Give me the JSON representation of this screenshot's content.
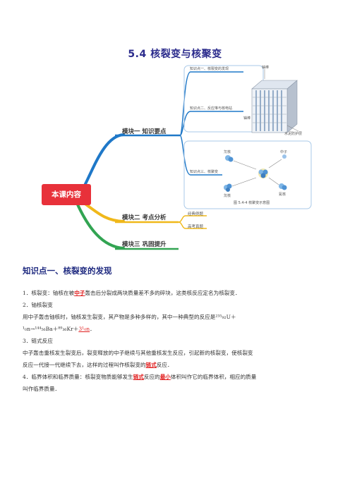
{
  "title": "5.4  核裂变与核聚变",
  "mindmap": {
    "root": "本课内容",
    "modules": [
      {
        "label": "模块一  知识要点"
      },
      {
        "label": "模块二  考点分析"
      },
      {
        "label": "模块三  巩固提升"
      }
    ],
    "knowledge_points": [
      "知识点一、核裂变的发现",
      "知识点二、反应堆与核电站",
      "知识点三、核聚变"
    ],
    "module2_items": [
      "经典例题",
      "高考真题"
    ],
    "reactor_labels": {
      "rod1": "铀棒",
      "rod2": "铀棒",
      "shield": "水泥防护层"
    },
    "fusion_labels": {
      "top_left": "氘核",
      "bottom_left": "氚核",
      "top_right": "中子",
      "bottom_right": "氦核"
    },
    "figure_caption": "图 5.4-4   核聚变示意图"
  },
  "section": {
    "heading": "知识点一、核裂变的发现",
    "p1_before": "1．核裂变：铀核在被",
    "p1_hl": "中子",
    "p1_after": "轰击后分裂成两块质量差不多的碎块，这类核反应定名为核裂变．",
    "p2": "2．铀核裂变",
    "p3": "用中子轰击铀核时，铀核发生裂变，其产物是多种多样的，其中一种典型的反应是²³⁵₉₂U＋",
    "p4_before": "¹₀n→¹⁴⁴₅₆Ba＋⁸⁹₃₆Kr＋",
    "p4_hl": "3¹₀n",
    "p4_after": "．",
    "p5": "3．链式反应",
    "p6": "中子轰击重核发生裂变后，裂变释放的中子继续与其他重核发生反应，引起新的核裂变，使核裂变",
    "p7_before": "反应一代接一代继续下去，这样的过程叫作核裂变的",
    "p7_hl": "链式",
    "p7_after": "反应．",
    "p8_before": "4．临界体积和临界质量：核裂变物质能够发生",
    "p8_hl1": "链式",
    "p8_mid": "反应的",
    "p8_hl2": "最小",
    "p8_after": "体积叫作它的临界体积，相应的质量",
    "p9": "叫作临界质量．"
  }
}
